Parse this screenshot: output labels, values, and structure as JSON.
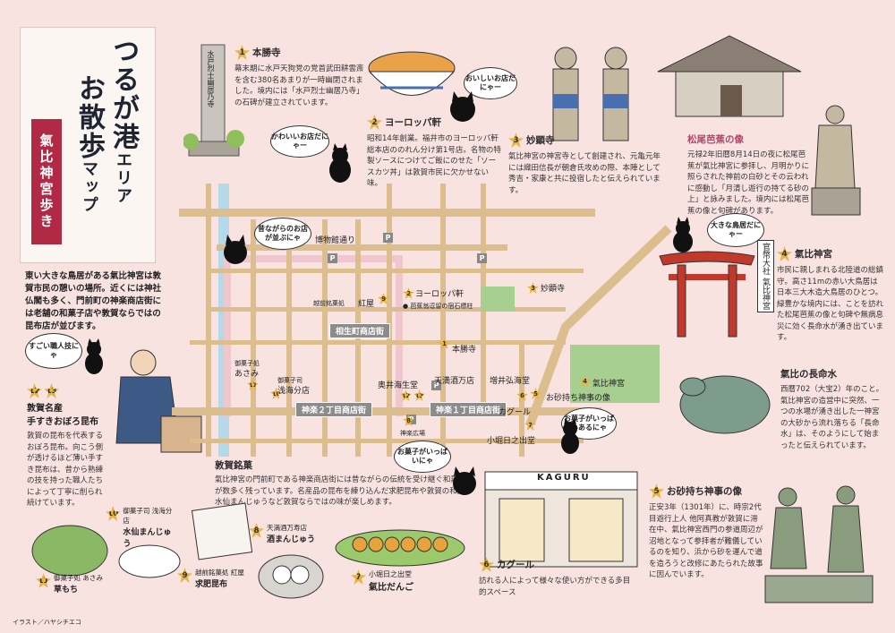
{
  "title": {
    "line1": "つるが港",
    "line1_small": "エリア",
    "line2": "お散歩",
    "line2_small": "マップ",
    "subtitle": "氣比神宮歩き"
  },
  "intro": "東い大きな鳥居がある氣比神宮は敦賀市民の憩いの場所。近くには神社仏閣も多く、門前町の神楽商店街には老舗の和菓子店や敦賀ならではの昆布店が並びます。",
  "spots": {
    "s1": {
      "num": "1",
      "name": "本勝寺",
      "desc": "幕末期に水戸天狗党の党首武田耕雲斎を含む380名あまりが一時幽閉されました。境内には「水戸烈士幽居乃寺」の石碑が建立されています。"
    },
    "s2": {
      "num": "2",
      "name": "ヨーロッパ軒",
      "desc": "昭和14年創業。福井市のヨーロッパ軒総本店ののれん分け第1号店。名物の特製ソースにつけてご飯にのせた「ソースカツ丼」は敦賀市民に欠かせない味。"
    },
    "s3": {
      "num": "3",
      "name": "妙顕寺",
      "desc": "氣比神宮の神宮寺として創建され、元亀元年には織田信長が朝倉氏攻めの際、本陣として秀吉・家康と共に投宿したと伝えられています。"
    },
    "basho": {
      "name": "松尾芭蕉の像",
      "desc": "元禄2年旧暦8月14日の夜に松尾芭蕉が氣比神宮に参拝し、月明かりに照らされた神前の白砂とその云われに感動し「月清し遊行の持てる砂の上」と詠みました。境内には松尾芭蕉の像と句碑があります。"
    },
    "s4": {
      "num": "4",
      "name": "氣比神宮",
      "desc": "市民に親しまれる北陸道の総鎮守。高さ11mの赤い大鳥居は日本三大木造大鳥居のひとつ。緑豊かな境内には、ことを訪れた松尾芭蕉の像と句碑や無病息災に効く長命水が湧き出ています。"
    },
    "water": {
      "name": "氣比の長命水",
      "desc": "西暦702（大宝2）年のこと。氣比神宮の造営中に突然、一つの水場が湧き出した一神宮の大砂から流れ落ちる「長命水」は、そのようにして始まったと伝えられています。"
    },
    "s5": {
      "num": "5",
      "name": "お砂持ち神事の像",
      "desc": "正安3年（1301年）に、時宗2代目遊行上人 他阿真教が敦賀に滞在中、氣比神宮西門の参道周辺が沼地となって参拝者が難儀しているのを知り、浜から砂を運んで道を造ろうと改修にあたられた故事に因んでいます。"
    },
    "s6": {
      "num": "6",
      "name": "カグール",
      "desc": "訪れる人によって様々な使い方ができる多目的スペース"
    },
    "s7": {
      "num": "7",
      "name": "小堀日之出堂",
      "product": "氣比だんご"
    },
    "konbu": {
      "num1": "12",
      "num2": "13",
      "title1": "敦賀名産",
      "title2": "手すきおぼろ昆布",
      "desc": "敦賀の昆布を代表するおぼろ昆布。向こう側が透けるほど薄い手すき昆布は、昔から熟練の技を持った職人たちによって丁寧に削られ続けています。"
    },
    "sweets": {
      "title": "敦賀銘菓",
      "desc": "氣比神宮の門前町である神楽商店街には昔ながらの伝統を受け継ぐ和菓子店が数多く残っています。名産品の昆布を練り込んだ求肥昆布や敦賀の和菓子水仙まんじゅうなど敦賀ならではの味が楽しめます。"
    },
    "s8": {
      "num": "8",
      "shop": "天満酒万寿店",
      "product": "酒まんじゅう"
    },
    "s9": {
      "num": "9",
      "shop": "越前銘菓処 紅屋",
      "product": "求肥昆布"
    },
    "s10": {
      "num": "10",
      "shop": "御菓子司 浅海分店",
      "product": "水仙まんじゅう"
    },
    "s11": {
      "num": "11",
      "shop": "御菓子処 あさみ",
      "product": "草もち"
    }
  },
  "map": {
    "streets": {
      "museum": "博物館通り",
      "aioi": "相生町商店街",
      "kagura2": "神楽２丁目商店街",
      "kagura1": "神楽１丁目商店街"
    },
    "places": {
      "yoroppa": "ヨーロッパ軒",
      "yoroppa_note": "● 芭蕉翁逗留の宿石標柱",
      "myokenji": "妙顕寺",
      "honshoji": "本勝寺",
      "beniya_small": "越前銘菓処",
      "beniya": "紅屋",
      "asami_small": "御菓子処",
      "asami": "あさみ",
      "asami_bunten_small": "御菓子司",
      "asami_bunten": "浅海分店",
      "okukai": "奥井海生堂",
      "tenma": "天満酒万店",
      "masui": "増井弘海堂",
      "kehi": "氣比神宮",
      "osunamochi": "お砂持ち神事の像",
      "kagool": "カグール",
      "kobori": "小堀日之出堂",
      "kagura_hiroba": "神楽広場"
    },
    "pins": {
      "p1": "1",
      "p2": "2",
      "p3": "3",
      "p4": "4",
      "p5": "5",
      "p6": "6",
      "p7": "7",
      "p8": "8",
      "p9": "9",
      "p10": "10",
      "p11": "11",
      "p12": "12",
      "p13": "13"
    },
    "parking": "P"
  },
  "bubbles": {
    "b1": "おいしいお店だにゃー",
    "b2": "かわいいお店だにゃー",
    "b3": "昔ながらのお店が並ぶにゃ",
    "b4": "すごい職人技にゃ",
    "b5": "大きな鳥居だにゃー",
    "b6": "お菓子がいっぱいあるにゃ",
    "b7": "お菓子がいっぱいにゃ"
  },
  "shrine_plaque": "官幣大社 氣比神宮",
  "stone_monument": "水戸烈士幽居乃寺",
  "kagool_sign": "KAGURU",
  "credit": "イラスト／ハヤシチエコ",
  "colors": {
    "background": "#f8e3e1",
    "road": "#dcbd8e",
    "accent": "#b12a45",
    "star": "#e8b33b"
  }
}
